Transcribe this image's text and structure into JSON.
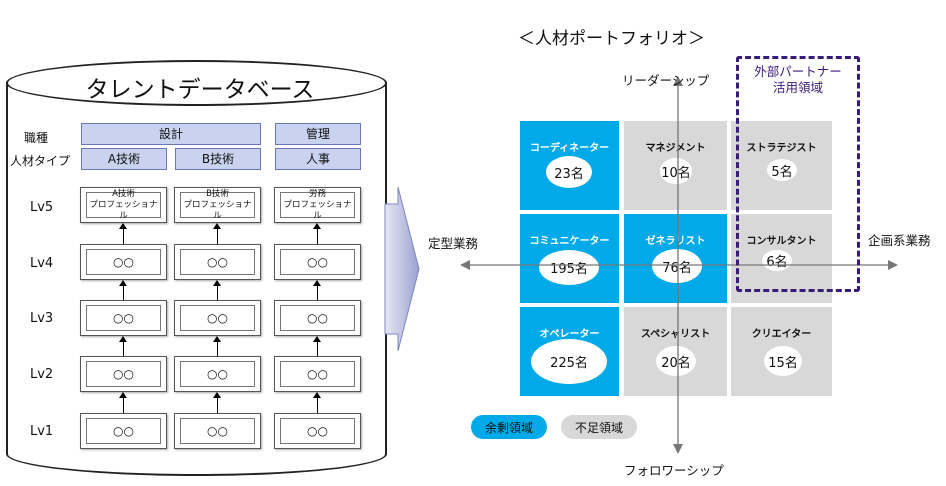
{
  "database": {
    "title": "タレントデータベース",
    "row_labels": {
      "job_type": "職種",
      "talent_type": "人材タイプ"
    },
    "job_types": [
      "設計",
      "管理"
    ],
    "talent_types": [
      "A技術",
      "B技術",
      "人事"
    ],
    "levels": [
      "Lv5",
      "Lv4",
      "Lv3",
      "Lv2",
      "Lv1"
    ],
    "lv5_cells": [
      {
        "line1": "A技術",
        "line2": "プロフェッショナル"
      },
      {
        "line1": "B技術",
        "line2": "プロフェッショナル"
      },
      {
        "line1": "労務",
        "line2": "プロフェッショナル"
      }
    ],
    "placeholder": "○○"
  },
  "portfolio": {
    "title": "＜人材ポートフォリオ＞",
    "axes": {
      "top": "リーダーシップ",
      "bottom": "フォロワーシップ",
      "left": "定型業務",
      "right": "企画系業務"
    },
    "external_partner_label": "外部パートナー\n活用領域",
    "cells": [
      {
        "name": "コーディネーター",
        "count": "23名",
        "status": "surplus"
      },
      {
        "name": "マネジメント",
        "count": "10名",
        "status": "shortage"
      },
      {
        "name": "ストラテジスト",
        "count": "5名",
        "status": "shortage"
      },
      {
        "name": "コミュニケーター",
        "count": "195名",
        "status": "surplus"
      },
      {
        "name": "ゼネラリスト",
        "count": "76名",
        "status": "surplus"
      },
      {
        "name": "コンサルタント",
        "count": "6名",
        "status": "shortage"
      },
      {
        "name": "オペレーター",
        "count": "225名",
        "status": "surplus"
      },
      {
        "name": "スペシャリスト",
        "count": "20名",
        "status": "shortage"
      },
      {
        "name": "クリエイター",
        "count": "15名",
        "status": "shortage"
      }
    ],
    "legend": {
      "surplus": "余剰領域",
      "shortage": "不足領域"
    },
    "colors": {
      "surplus": "#00a9e8",
      "shortage": "#d8d8d8",
      "partner_border": "#3a1b7a"
    }
  }
}
